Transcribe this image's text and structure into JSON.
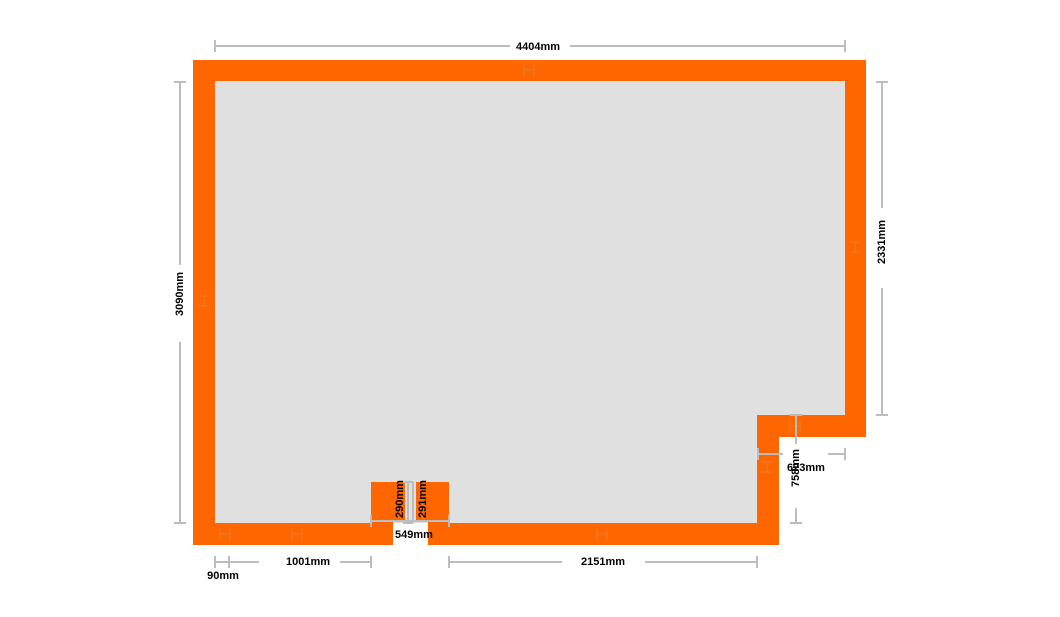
{
  "colors": {
    "wall": "#ff6600",
    "floor": "#e0e0e0",
    "dimension_line": "#bdbdbd",
    "dimension_text": "#000000",
    "background": "#ffffff"
  },
  "dimensions": {
    "top_width": "4404mm",
    "left_height": "3090mm",
    "right_height": "2331mm",
    "notch_width": "623mm",
    "notch_height": "758mm",
    "opening_width": "549mm",
    "post_left_depth": "290mm",
    "post_right_depth": "291mm",
    "bottom_left_offset": "90mm",
    "bottom_left_wall": "1001mm",
    "bottom_right_wall": "2151mm"
  }
}
